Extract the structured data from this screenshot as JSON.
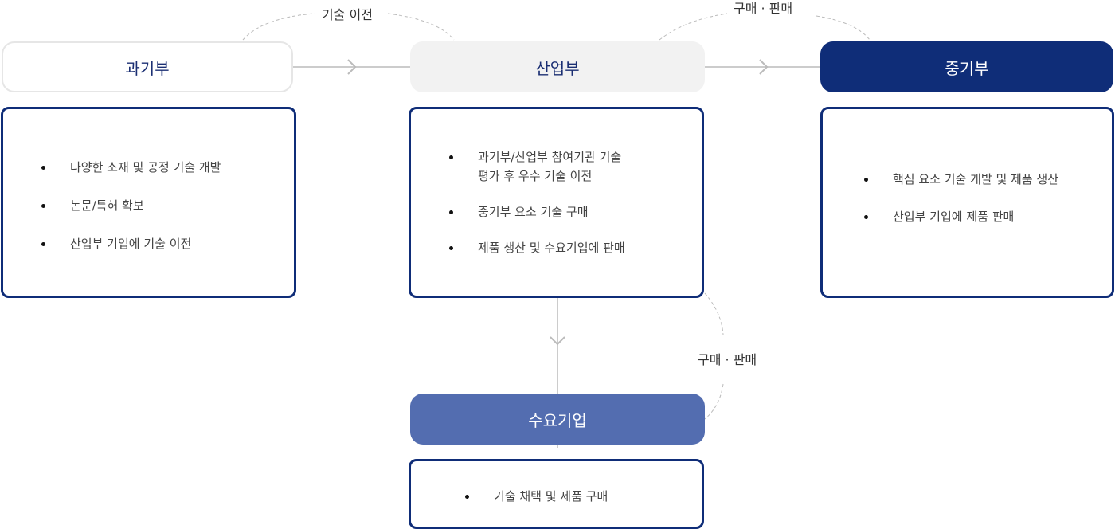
{
  "nodes": {
    "gov": {
      "label": "과기부"
    },
    "ind": {
      "label": "산업부"
    },
    "sme": {
      "label": "중기부"
    },
    "dem": {
      "label": "수요기업"
    }
  },
  "cards": {
    "gov": [
      "다양한 소재 및 공정 기술 개발",
      "논문/특허 확보",
      "산업부 기업에 기술 이전"
    ],
    "ind": [
      "과기부/산업부 참여기관 기술\n평가 후 우수 기술 이전",
      "중기부 요소 기술 구매",
      "제품 생산 및 수요기업에 판매"
    ],
    "sme": [
      "핵심 요소 기술 개발 및 제품 생산",
      "산업부 기업에 제품 판매"
    ],
    "dem": [
      "기술 채택 및 제품 구매"
    ]
  },
  "flows": {
    "tech_transfer": "기술 이전",
    "purchase_sale_top": "구매 · 판매",
    "purchase_sale_bottom": "구매 · 판매"
  },
  "colors": {
    "navy": "#0f2d78",
    "demand_blue": "#536db0",
    "light_gray": "#f2f2f2",
    "connector": "#cccccc"
  }
}
